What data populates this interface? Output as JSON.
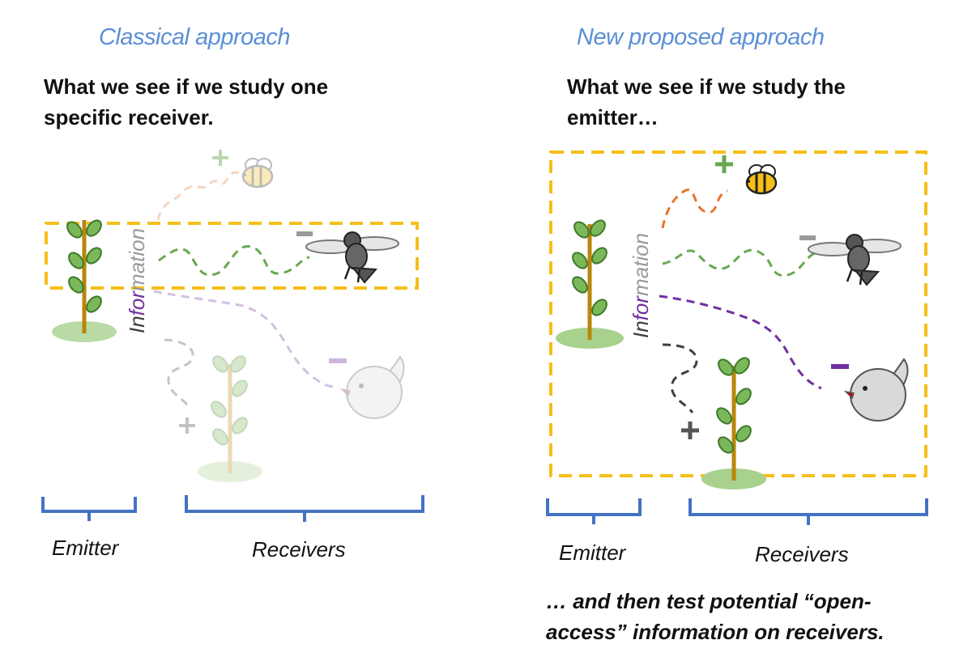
{
  "left_panel": {
    "heading": "Classical approach",
    "subtitle_line1": "What we see if we study one",
    "subtitle_line2": "specific receiver.",
    "emitter_label": "Emitter",
    "receivers_label": "Receivers",
    "info_label": {
      "part1": "In",
      "part2": "for",
      "part3": "mation"
    },
    "signs": {
      "bee": "+",
      "fly": "−",
      "bird": "−",
      "plant": "+"
    }
  },
  "right_panel": {
    "heading": "New proposed approach",
    "subtitle_line1": "What we see if we study the",
    "subtitle_line2": "emitter…",
    "emitter_label": "Emitter",
    "receivers_label": "Receivers",
    "info_label": {
      "part1": "In",
      "part2": "for",
      "part3": "mation"
    },
    "signs": {
      "bee": "+",
      "fly": "−",
      "bird": "−",
      "plant": "+"
    },
    "footer_line1": "… and then test potential “open-",
    "footer_line2": "access” information on receivers."
  },
  "colors": {
    "heading": "#5b8fd6",
    "bracket": "#4472c4",
    "highlight_box": "#f5bf1a",
    "bee_path": "#e8732c",
    "fly_path": "#6aa84f",
    "bird_path": "#7030a0",
    "plant_path": "#404040",
    "stem": "#b8860b",
    "leaf": "#7ab85a"
  },
  "icons": [
    "plant-icon",
    "bee-icon",
    "fly-icon",
    "bird-icon"
  ]
}
